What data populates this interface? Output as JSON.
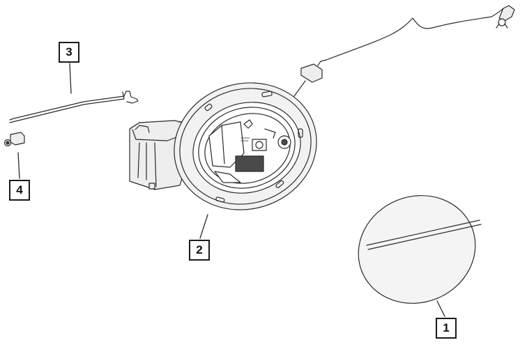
{
  "callouts": {
    "part_1": "1",
    "part_2": "2",
    "part_3": "3",
    "part_4": "4"
  },
  "colors": {
    "line": "#2a2a2a",
    "part_fill": "#eeeeee",
    "dark_fill": "#4a4a4a"
  }
}
